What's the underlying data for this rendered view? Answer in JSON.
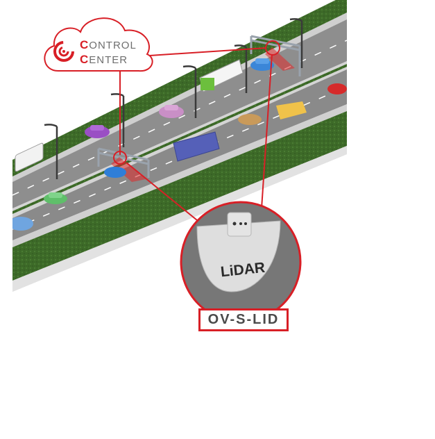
{
  "control_center": {
    "word1_initial": "C",
    "word1_rest": "ONTROL",
    "word2_initial": "C",
    "word2_rest": "ENTER",
    "icon": "control-center-logo-icon",
    "accent_color": "#d81f26"
  },
  "sensor": {
    "device_label": "LiDAR",
    "product_name": "OV-S-LID",
    "icon": "lidar-sensor-icon"
  },
  "colors": {
    "accent": "#d81f26",
    "road": "#8c8c8c",
    "grass": "#3f6b2a",
    "sidewalk": "#d9d9d9"
  }
}
